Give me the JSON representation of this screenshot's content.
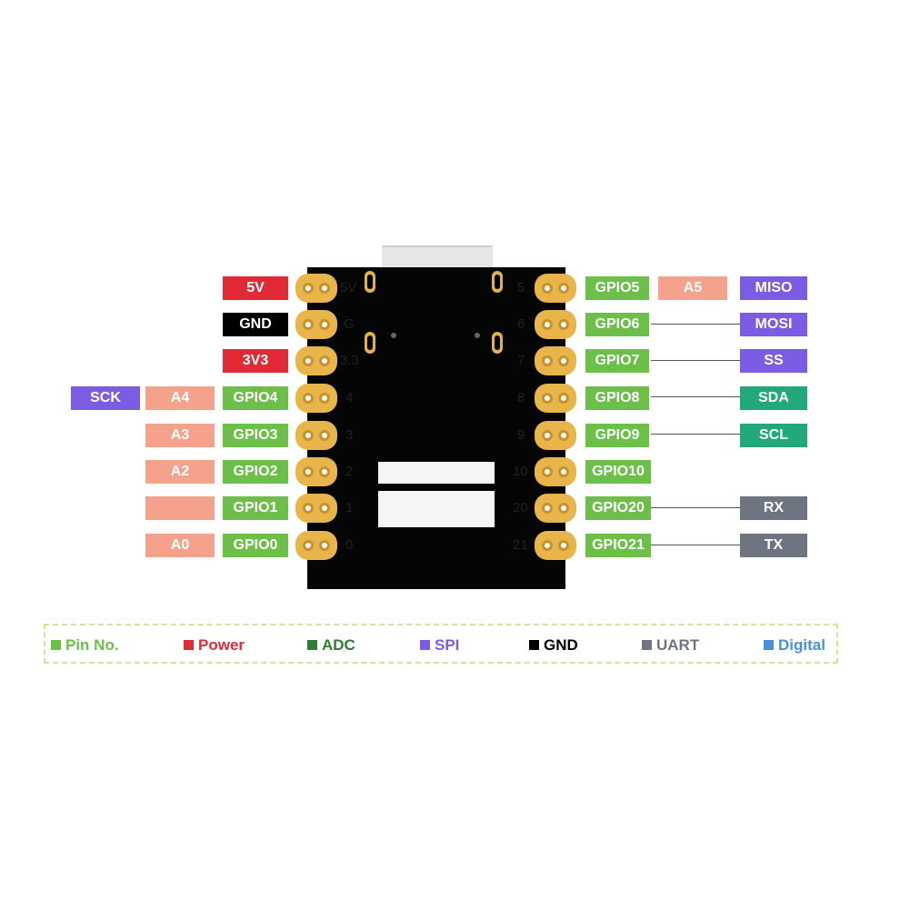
{
  "left_pins": [
    {
      "header": "5V",
      "labels": [
        "5V"
      ]
    },
    {
      "header": "G",
      "labels": [
        "GND"
      ]
    },
    {
      "header": "3.3",
      "labels": [
        "3V3"
      ]
    },
    {
      "header": "4",
      "labels": [
        "GPIO4",
        "A4",
        "SCK"
      ]
    },
    {
      "header": "3",
      "labels": [
        "GPIO3",
        "A3"
      ]
    },
    {
      "header": "2",
      "labels": [
        "GPIO2",
        "A2"
      ]
    },
    {
      "header": "1",
      "labels": [
        "GPIO1",
        ""
      ]
    },
    {
      "header": "0",
      "labels": [
        "GPIO0",
        "A0"
      ]
    }
  ],
  "right_pins": [
    {
      "header": "5",
      "gpio": "GPIO5",
      "adc": "A5",
      "func": "MISO"
    },
    {
      "header": "6",
      "gpio": "GPIO6",
      "func": "MOSI"
    },
    {
      "header": "7",
      "gpio": "GPIO7",
      "func": "SS"
    },
    {
      "header": "8",
      "gpio": "GPIO8",
      "func": "SDA"
    },
    {
      "header": "9",
      "gpio": "GPIO9",
      "func": "SCL"
    },
    {
      "header": "10",
      "gpio": "GPIO10"
    },
    {
      "header": "20",
      "gpio": "GPIO20",
      "func": "RX"
    },
    {
      "header": "21",
      "gpio": "GPIO21",
      "func": "TX"
    }
  ],
  "legend": [
    {
      "label": "Pin No.",
      "color": "#6cc04a"
    },
    {
      "label": "Power",
      "color": "#e02a36"
    },
    {
      "label": "ADC",
      "color": "#2e7d32"
    },
    {
      "label": "SPI",
      "color": "#7d5ce4"
    },
    {
      "label": "GND",
      "color": "#000000"
    },
    {
      "label": "UART",
      "color": "#6e7480"
    },
    {
      "label": "Digital",
      "color": "#4a90d9"
    }
  ],
  "colors": {
    "gpio": "#6cc04a",
    "power": "#e02a36",
    "gnd": "#000000",
    "adc": "#f4a28c",
    "spi": "#7d5ce4",
    "i2c": "#22a87a",
    "uart": "#6e7480",
    "header_gold": "#e8b54b",
    "board": "#050505"
  }
}
